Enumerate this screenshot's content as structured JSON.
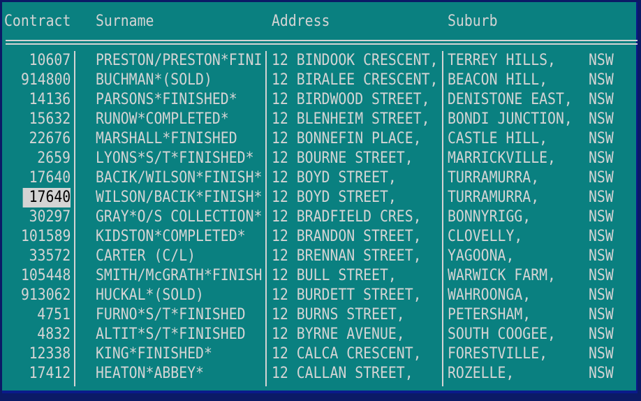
{
  "columns": [
    "Contract",
    "Surname",
    "Address",
    "Suburb"
  ],
  "rows": [
    {
      "contract": "10607",
      "surname": "PRESTON/PRESTON*FINI",
      "address": "12 BINDOOK CRESCENT,",
      "suburb": "TERREY HILLS,",
      "state": "NSW"
    },
    {
      "contract": "914800",
      "surname": "BUCHMAN*(SOLD)",
      "address": "12 BIRALEE CRESCENT,",
      "suburb": "BEACON HILL,",
      "state": "NSW"
    },
    {
      "contract": "14136",
      "surname": "PARSONS*FINISHED*",
      "address": "12 BIRDWOOD STREET,",
      "suburb": "DENISTONE EAST,",
      "state": "NSW"
    },
    {
      "contract": "15632",
      "surname": "RUNOW*COMPLETED*",
      "address": "12 BLENHEIM STREET,",
      "suburb": "BONDI JUNCTION,",
      "state": "NSW"
    },
    {
      "contract": "22676",
      "surname": "MARSHALL*FINISHED",
      "address": "12 BONNEFIN PLACE,",
      "suburb": "CASTLE HILL,",
      "state": "NSW"
    },
    {
      "contract": "2659",
      "surname": "LYONS*S/T*FINISHED*",
      "address": "12 BOURNE STREET,",
      "suburb": "MARRICKVILLE,",
      "state": "NSW"
    },
    {
      "contract": "17640",
      "surname": "BACIK/WILSON*FINISH*",
      "address": "12 BOYD STREET,",
      "suburb": "TURRAMURRA,",
      "state": "NSW"
    },
    {
      "contract": "17640",
      "surname": "WILSON/BACIK*FINISH*",
      "address": "12 BOYD STREET,",
      "suburb": "TURRAMURRA,",
      "state": "NSW",
      "selected": true
    },
    {
      "contract": "30297",
      "surname": "GRAY*O/S COLLECTION*",
      "address": "12 BRADFIELD CRES,",
      "suburb": "BONNYRIGG,",
      "state": "NSW"
    },
    {
      "contract": "101589",
      "surname": "KIDSTON*COMPLETED*",
      "address": "12 BRANDON STREET,",
      "suburb": "CLOVELLY,",
      "state": "NSW"
    },
    {
      "contract": "33572",
      "surname": "CARTER (C/L)",
      "address": "12 BRENNAN STREET,",
      "suburb": "YAGOONA,",
      "state": "NSW"
    },
    {
      "contract": "105448",
      "surname": "SMITH/McGRATH*FINISH",
      "address": "12 BULL STREET,",
      "suburb": "WARWICK FARM,",
      "state": "NSW"
    },
    {
      "contract": "913062",
      "surname": "HUCKAL*(SOLD)",
      "address": "12 BURDETT STREET,",
      "suburb": "WAHROONGA,",
      "state": "NSW"
    },
    {
      "contract": "4751",
      "surname": "FURNO*S/T*FINISHED",
      "address": "12 BURNS STREET,",
      "suburb": "PETERSHAM,",
      "state": "NSW"
    },
    {
      "contract": "4832",
      "surname": "ALTIT*S/T*FINISHED",
      "address": "12 BYRNE AVENUE,",
      "suburb": "SOUTH COOGEE,",
      "state": "NSW"
    },
    {
      "contract": "12338",
      "surname": "KING*FINISHED*",
      "address": "12 CALCA CRESCENT,",
      "suburb": "FORESTVILLE,",
      "state": "NSW"
    },
    {
      "contract": "17412",
      "surname": "HEATON*ABBEY*",
      "address": "12 CALLAN STREET,",
      "suburb": "ROZELLE,",
      "state": "NSW"
    }
  ]
}
